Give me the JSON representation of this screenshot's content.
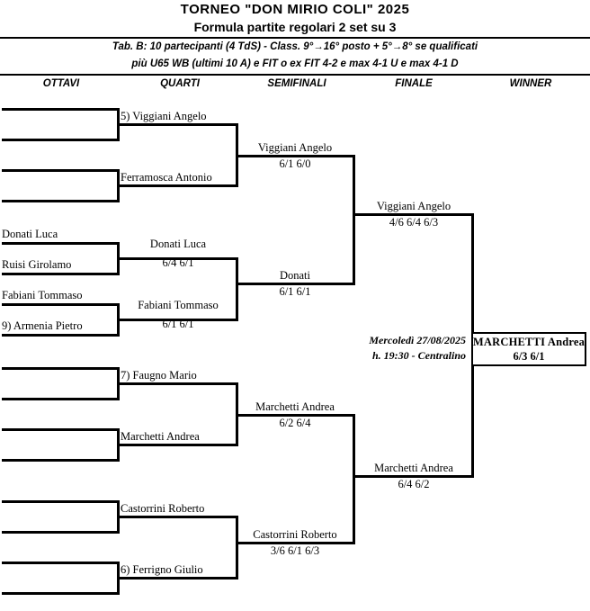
{
  "header": {
    "title1": "TORNEO \"DON  MIRIO  COLI\"  2025",
    "title2": "Formula partite regolari 2 set su 3",
    "sub1": "Tab. B: 10 partecipanti (4 TdS) - Class. 9°→16° posto + 5°→8° se qualificati",
    "sub2": "più U65 WB (ultimi 10 A) e FIT o ex FIT 4-2 e max 4-1 U e max 4-1 D",
    "columns": [
      {
        "label": "OTTAVI"
      },
      {
        "label": "QUARTI"
      },
      {
        "label": "SEMIFINALI"
      },
      {
        "label": "FINALE"
      },
      {
        "label": "WINNER"
      }
    ]
  },
  "rounds": {
    "ottavi": [
      {
        "name": ""
      },
      {
        "name": ""
      },
      {
        "name": ""
      },
      {
        "name": ""
      },
      {
        "name": "Donati Luca"
      },
      {
        "name": "Ruisi Girolamo"
      },
      {
        "name": "Fabiani Tommaso"
      },
      {
        "name": "9) Armenia Pietro"
      },
      {
        "name": ""
      },
      {
        "name": ""
      },
      {
        "name": ""
      },
      {
        "name": ""
      },
      {
        "name": ""
      },
      {
        "name": ""
      },
      {
        "name": ""
      },
      {
        "name": ""
      }
    ],
    "quarti": [
      {
        "name": "5) Viggiani Angelo",
        "score": ""
      },
      {
        "name": "Ferramosca Antonio",
        "score": ""
      },
      {
        "name": "Donati Luca",
        "score": "6/4  6/1"
      },
      {
        "name": "Fabiani Tommaso",
        "score": "6/1  6/1"
      },
      {
        "name": "7) Faugno Mario",
        "score": ""
      },
      {
        "name": "Marchetti Andrea",
        "score": ""
      },
      {
        "name": "Castorrini Roberto",
        "score": ""
      },
      {
        "name": "6) Ferrigno Giulio",
        "score": ""
      }
    ],
    "semifinali": [
      {
        "name": "Viggiani Angelo",
        "score": "6/1  6/0"
      },
      {
        "name": "Donati",
        "score": "6/1  6/1"
      },
      {
        "name": "Marchetti Andrea",
        "score": "6/2  6/4"
      },
      {
        "name": "Castorrini Roberto",
        "score": "3/6  6/1  6/3"
      }
    ],
    "finale": [
      {
        "name": "Viggiani Angelo",
        "score": "4/6  6/4  6/3"
      },
      {
        "name": "Marchetti Andrea",
        "score": "6/4  6/2"
      }
    ],
    "winner": {
      "name": "MARCHETTI  Andrea",
      "score": "6/3  6/1",
      "match_date": "Mercoledì 27/08/2025",
      "match_time_venue": "h. 19:30 - Centralino"
    }
  },
  "style": {
    "line_color": "#000000",
    "background": "#ffffff"
  }
}
